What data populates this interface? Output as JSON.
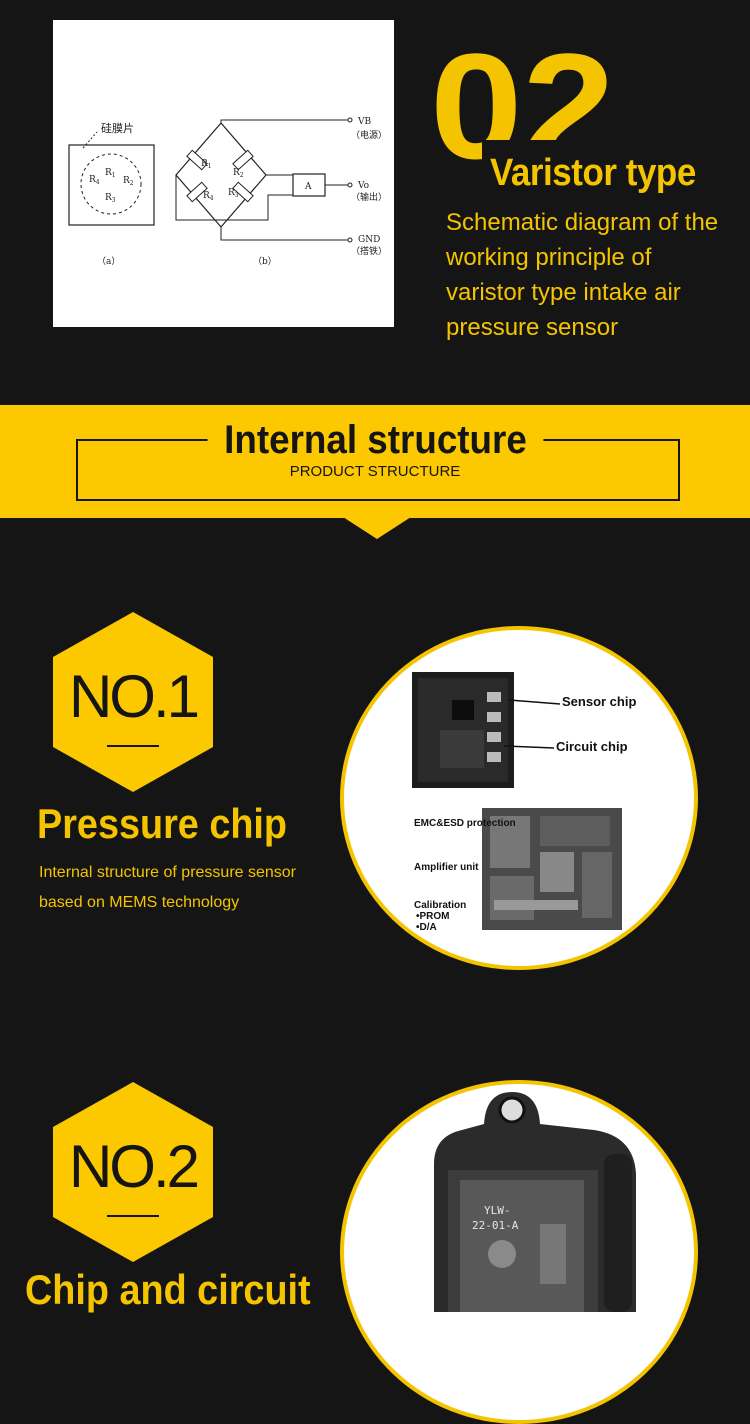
{
  "section_q2": {
    "number": "02",
    "title": "Varistor type",
    "description": "Schematic diagram of the working principle of varistor type intake air pressure sensor"
  },
  "diagram": {
    "membrane_label": "硅膜片",
    "label_a": "（a）",
    "label_b": "（b）",
    "resistors": [
      "R1",
      "R2",
      "R3",
      "R4"
    ],
    "amplifier": "A",
    "vb": "VB",
    "vb_note": "（电源）",
    "vo": "Vo",
    "vo_note": "（输出）",
    "gnd": "GND",
    "gnd_note": "（搭铁）"
  },
  "banner": {
    "title": "Internal structure",
    "subtitle": "PRODUCT STRUCTURE"
  },
  "items": [
    {
      "number": "NO.1",
      "title": "Pressure chip",
      "description": "Internal structure of pressure sensor based on MEMS technology",
      "photo_labels": {
        "sensor_chip": "Sensor chip",
        "circuit_chip": "Circuit chip",
        "emc": "EMC&ESD protection",
        "amplifier": "Amplifier unit",
        "calibration": "Calibration",
        "prom": "•PROM",
        "da": "•D/A"
      }
    },
    {
      "number": "NO.2",
      "title": "Chip and circuit",
      "photo_labels": {
        "board_text_1": "YLW-",
        "board_text_2": "22-01-A"
      }
    }
  ],
  "colors": {
    "background": "#151515",
    "accent": "#f5c400",
    "banner": "#fcc800"
  }
}
